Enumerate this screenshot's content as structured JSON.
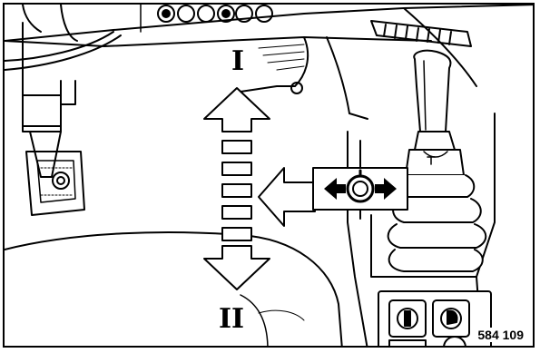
{
  "illustration": {
    "gear_labels": {
      "upper": "I",
      "lower": "II"
    },
    "reference_number": "584 109",
    "icons": [
      "steering-wheel-icon",
      "pedal-icon",
      "gear-lever-icon",
      "shift-arrow-icon",
      "rotary-selector-icon",
      "switch-panel-icon"
    ]
  }
}
